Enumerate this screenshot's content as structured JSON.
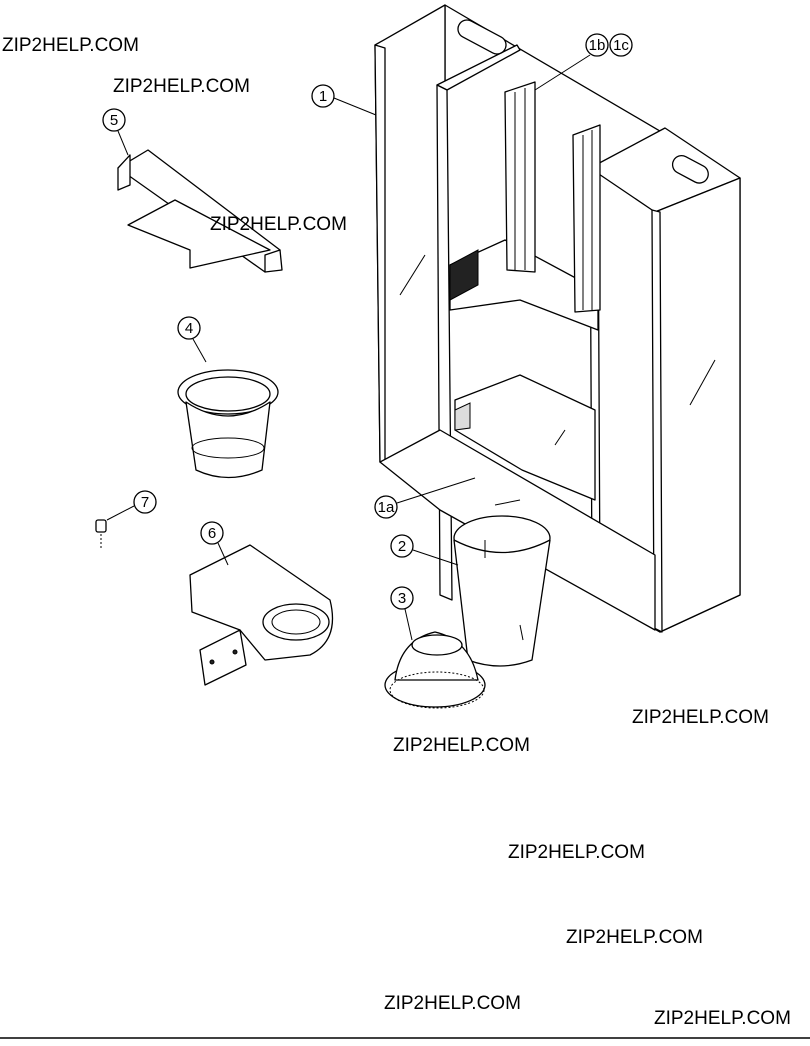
{
  "watermarks": [
    "ZIP2HELP.COM",
    "ZIP2HELP.COM",
    "ZIP2HELP.COM",
    "ZIP2HELP.COM",
    "ZIP2HELP.COM",
    "ZIP2HELP.COM",
    "ZIP2HELP.COM",
    "ZIP2HELP.COM",
    "ZIP2HELP.COM"
  ],
  "callouts": {
    "c1": "1",
    "c1a": "1a",
    "c1b": "1b",
    "c1c": "1c",
    "c2": "2",
    "c3": "3",
    "c4": "4",
    "c5": "5",
    "c6": "6",
    "c7": "7"
  }
}
